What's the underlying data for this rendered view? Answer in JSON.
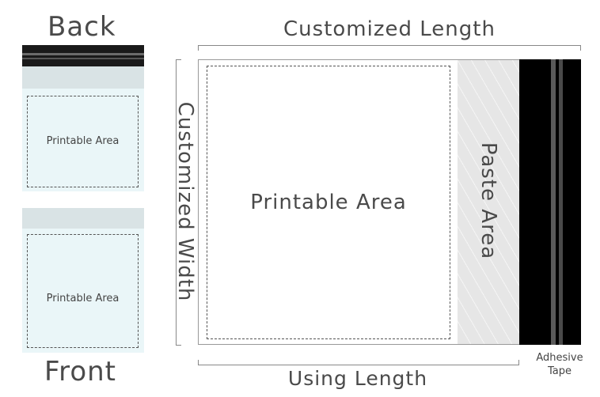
{
  "left": {
    "back_title": "Back",
    "front_title": "Front",
    "back_printable": "Printable Area",
    "front_printable": "Printable Area"
  },
  "main": {
    "customized_length": "Customized Length",
    "customized_width": "Customized Width",
    "using_length": "Using Length",
    "printable_area": "Printable Area",
    "paste_area": "Paste Area",
    "adhesive_line1": "Adhesive",
    "adhesive_line2": "Tape"
  },
  "colors": {
    "panel": "#eaf6f8",
    "strip": "#d9e3e5",
    "adhesive": "#000000",
    "paste": "#e6e6e6"
  }
}
